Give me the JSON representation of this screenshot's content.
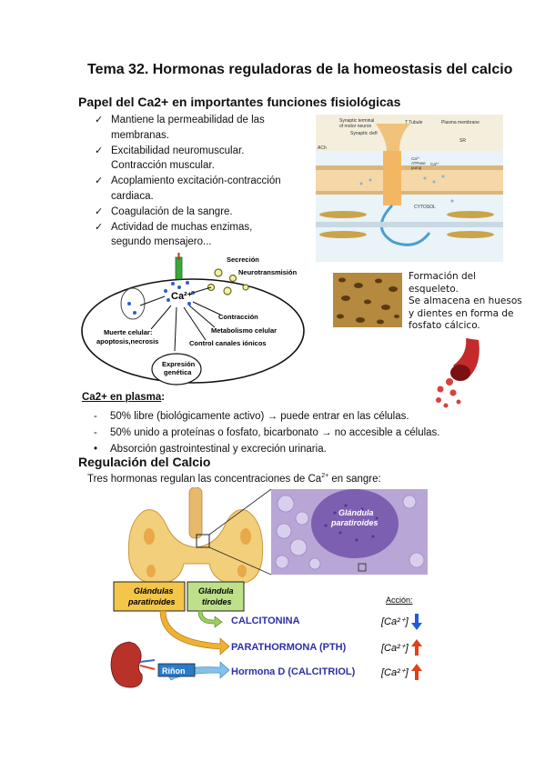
{
  "title": "Tema 32. Hormonas reguladoras de la homeostasis del calcio",
  "section1": {
    "heading": "Papel del Ca2+ en importantes funciones fisiológicas",
    "items": [
      "Mantiene la permeabilidad de las membranas.",
      "Excitabilidad neuromuscular. Contracción muscular.",
      "Acoplamiento excitación-contracción cardiaca.",
      "Coagulación de la sangre.",
      "Actividad de muchas enzimas, segundo mensajero..."
    ]
  },
  "cell_diagram": {
    "center": "Ca²⁺",
    "secrecion": "Secreción",
    "neuro": "Neurotransmisión",
    "contraccion": "Contracción",
    "metabolismo": "Metabolismo celular",
    "canales": "Control canales iónicos",
    "muerte1": "Muerte celular:",
    "muerte2": "apoptosis,necrosis",
    "expresion1": "Expresión",
    "expresion2": "genética"
  },
  "synapse": {
    "terminal1": "Synaptic terminal",
    "terminal2": "of motor neuron",
    "cleft": "Synaptic cleft",
    "ttubule": "T Tubule",
    "plasma": "Plasma membrane",
    "sr": "SR",
    "ach": "ACh",
    "ca": "Ca²⁺",
    "pump1": "Ca²⁺",
    "pump2": "ATPase",
    "pump3": "pump",
    "cytosol": "CYTOSOL"
  },
  "bone_text": [
    "Formación del",
    "esqueleto.",
    "Se almacena en huesos",
    "y dientes en forma de",
    "fosfato cálcico."
  ],
  "plasma": {
    "heading": "Ca2+ en plasma",
    "colon": ":",
    "items": [
      {
        "marker": "-",
        "text": "50% libre (biológicamente activo) → puede entrar en las células."
      },
      {
        "marker": "-",
        "text": "50% unido a proteínas o fosfato, bicarbonato → no accesible a células."
      },
      {
        "marker": "•",
        "text": "Absorción gastrointestinal y excreción urinaria."
      }
    ]
  },
  "regulacion": {
    "heading": "Regulación del Calcio",
    "intro_before": "Tres hormonas regulan las concentraciones de Ca",
    "intro_sup": "2+",
    "intro_after": " en sangre:"
  },
  "regulation_figure": {
    "histology1": "Glándula",
    "histology2": "paratiroides",
    "box_para1": "Glándulas",
    "box_para2": "paratiroides",
    "box_tir1": "Glándula",
    "box_tir2": "tiroides",
    "rinon": "Riñon",
    "accion": "Acción:",
    "hormones": [
      {
        "name": "CALCITONINA",
        "ion": "[Ca²⁺]",
        "effect": "down"
      },
      {
        "name": "PARATHORMONA (PTH)",
        "ion": "[Ca²⁺]",
        "effect": "up"
      },
      {
        "name": "Hormona D (CALCITRIOL)",
        "ion": "[Ca²⁺]",
        "effect": "up"
      }
    ],
    "colors": {
      "down": "#1f5bd6",
      "up": "#e0401a",
      "hormone_text": "#2f2fa8",
      "box_green": "#bfe08a",
      "box_yellow": "#f3c64a"
    }
  }
}
